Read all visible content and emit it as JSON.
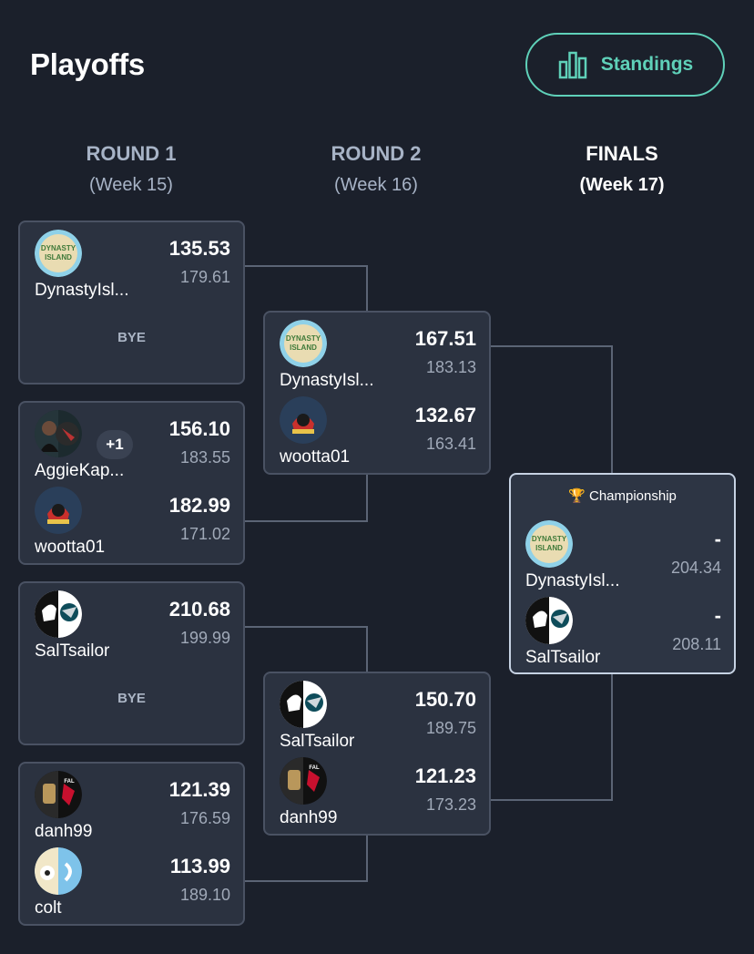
{
  "header": {
    "title": "Playoffs",
    "standings_label": "Standings"
  },
  "colors": {
    "background": "#1b202b",
    "card": "#2b3240",
    "accent": "#5fd1b9"
  },
  "rounds": [
    {
      "name": "ROUND 1",
      "week": "(Week 15)"
    },
    {
      "name": "ROUND 2",
      "week": "(Week 16)"
    },
    {
      "name": "FINALS",
      "week": "(Week 17)"
    }
  ],
  "round1": [
    {
      "team": {
        "name": "DynastyIsl...",
        "score": "135.53",
        "projected": "179.61",
        "avatar": "dynasty-island-logo"
      },
      "bye": "BYE"
    },
    {
      "team1": {
        "name": "AggieKap...",
        "score": "156.10",
        "projected": "183.55",
        "avatar": "aggie-avatar",
        "extra": "+1"
      },
      "team2": {
        "name": "wootta01",
        "score": "182.99",
        "projected": "171.02",
        "avatar": "wootta-logo"
      }
    },
    {
      "team": {
        "name": "SalTsailor",
        "score": "210.68",
        "projected": "199.99",
        "avatar": "saltsailor-logo"
      },
      "bye": "BYE"
    },
    {
      "team1": {
        "name": "danh99",
        "score": "121.39",
        "projected": "176.59",
        "avatar": "danh-logo"
      },
      "team2": {
        "name": "colt",
        "score": "113.99",
        "projected": "189.10",
        "avatar": "colt-logo"
      }
    }
  ],
  "round2": [
    {
      "team1": {
        "name": "DynastyIsl...",
        "score": "167.51",
        "projected": "183.13",
        "avatar": "dynasty-island-logo"
      },
      "team2": {
        "name": "wootta01",
        "score": "132.67",
        "projected": "163.41",
        "avatar": "wootta-logo"
      }
    },
    {
      "team1": {
        "name": "SalTsailor",
        "score": "150.70",
        "projected": "189.75",
        "avatar": "saltsailor-logo"
      },
      "team2": {
        "name": "danh99",
        "score": "121.23",
        "projected": "173.23",
        "avatar": "danh-logo"
      }
    }
  ],
  "finals": {
    "label": "Championship",
    "trophy": "🏆",
    "team1": {
      "name": "DynastyIsl...",
      "score": "-",
      "projected": "204.34",
      "avatar": "dynasty-island-logo"
    },
    "team2": {
      "name": "SalTsailor",
      "score": "-",
      "projected": "208.11",
      "avatar": "saltsailor-logo"
    }
  }
}
